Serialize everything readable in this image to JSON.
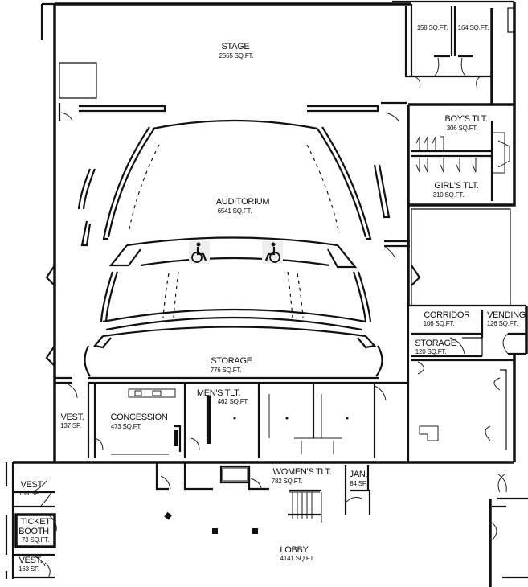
{
  "rooms": {
    "stage": {
      "name": "STAGE",
      "area": "2565 SQ.FT."
    },
    "room_158": {
      "area": "158 SQ.FT."
    },
    "room_164": {
      "area": "164 SQ.FT."
    },
    "boys_toilet": {
      "name": "BOY'S TLT.",
      "area": "306 SQ.FT."
    },
    "girls_toilet": {
      "name": "GIRL'S TLT.",
      "area": "310 SQ.FT."
    },
    "auditorium": {
      "name": "AUDITORIUM",
      "area": "6541 SQ.FT."
    },
    "corridor": {
      "name": "CORRIDOR",
      "area": "106 SQ.FT."
    },
    "vending": {
      "name": "VENDING",
      "area": "126 SQ.FT."
    },
    "storage_small": {
      "name": "STORAGE",
      "area": "120 SQ.FT."
    },
    "storage": {
      "name": "STORAGE",
      "area": "776 SQ.FT."
    },
    "vest_1": {
      "name": "VEST.",
      "area": "137 SF."
    },
    "concession": {
      "name": "CONCESSION",
      "area": "473 SQ.FT."
    },
    "mens_toilet": {
      "name": "MEN'S TLT.",
      "area": "462 SQ.FT."
    },
    "womens_toilet": {
      "name": "WOMEN'S TLT.",
      "area": "782 SQ.FT."
    },
    "janitor": {
      "name": "JAN.",
      "area": "84 SF."
    },
    "vest_2": {
      "name": "VEST.",
      "area": "155 SF."
    },
    "ticket_booth": {
      "name_line1": "TICKET",
      "name_line2": "BOOTH",
      "area": "73 SQ.FT."
    },
    "vest_3": {
      "name": "VEST.",
      "area": "163 SF."
    },
    "lobby": {
      "name": "LOBBY",
      "area": "4141 SQ.FT."
    }
  },
  "icons": {
    "accessible_seat": "wheelchair-icon"
  }
}
